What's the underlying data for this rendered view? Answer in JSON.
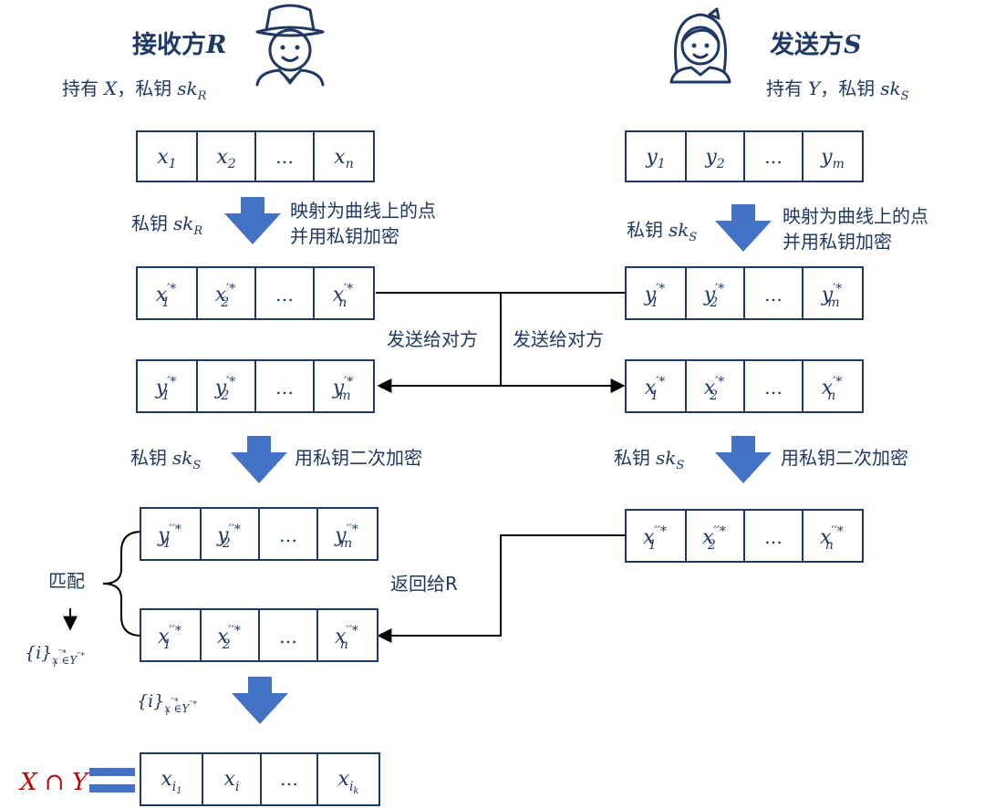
{
  "receiver": {
    "title_cn": "接收方",
    "title_var": "R",
    "holds_cn": "持有",
    "holds_var": "X",
    "holds_sep": "，私钥",
    "key_base": "sk",
    "key_sub": "R"
  },
  "sender": {
    "title_cn": "发送方",
    "title_var": "S",
    "holds_cn": "持有",
    "holds_var": "Y",
    "holds_sep": "，私钥",
    "key_base": "sk",
    "key_sub": "S"
  },
  "steps": {
    "key_label_cn": "私钥",
    "map_encrypt_line1": "映射为曲线上的点",
    "map_encrypt_line2": "并用私钥加密",
    "send_to_peer": "发送给对方",
    "re_encrypt": "用私钥二次加密",
    "return_to_r": "返回给R",
    "match": "匹配",
    "result_lhs": "X ∩ Y"
  },
  "tables": {
    "x_base": "x",
    "y_base": "y",
    "ellipsis": "…",
    "sub_1": "1",
    "sub_2": "2",
    "sub_n": "n",
    "sub_m": "m",
    "sup_once": "′*",
    "sup_twice": "′′*",
    "result_sub_i1": "i",
    "result_sub_i1_inner": "1",
    "result_sub_i": "i",
    "result_sub_ik": "i",
    "result_sub_ik_inner": "k"
  },
  "set_expr": {
    "brace_open": "{",
    "index": "i",
    "brace_close": "}",
    "cond": "x",
    "cond_sup": "′′*",
    "cond_sub": "i",
    "in_sym": "∈",
    "set": "Y",
    "set_sup": "′′*"
  },
  "colors": {
    "primary": "#1f3864",
    "arrow": "#4472c4",
    "accent": "#c00000",
    "line": "#000000"
  },
  "icons": [
    "man-with-hat-icon",
    "woman-icon"
  ]
}
